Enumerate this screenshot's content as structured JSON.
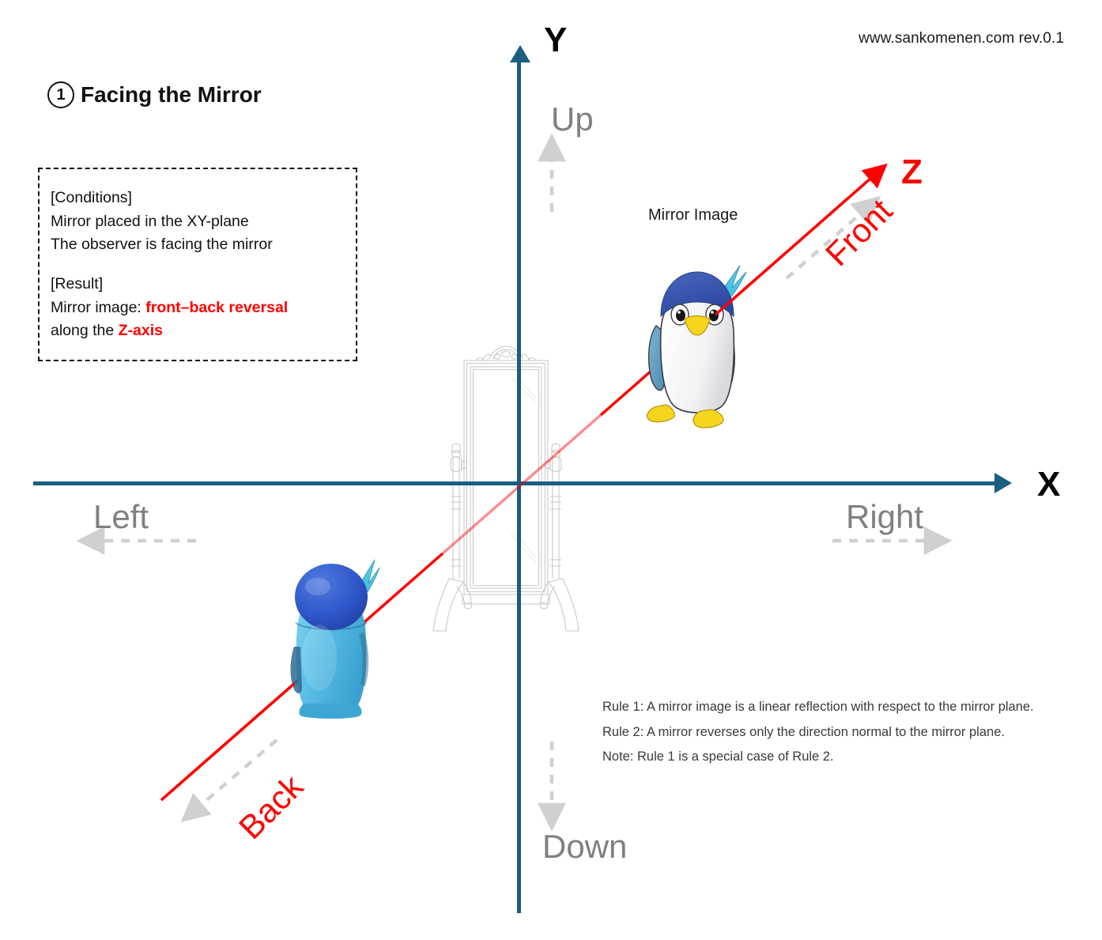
{
  "watermark": "www.sankomenen.com rev.0.1",
  "title": {
    "number": "1",
    "text": "Facing the Mirror"
  },
  "conditions_box": {
    "conditions_heading": "[Conditions]",
    "condition_1": "Mirror placed in the XY-plane",
    "condition_2": "The observer is facing the mirror",
    "result_heading": "[Result]",
    "result_prefix": "Mirror image: ",
    "result_emphasis_1": "front–back reversal",
    "result_line2_prefix": "along the ",
    "result_emphasis_2": "Z-axis"
  },
  "axes": {
    "x_label": "X",
    "y_label": "Y",
    "z_label": "Z",
    "axis_color": "#1a5e80",
    "z_color": "#ff0000"
  },
  "directions": {
    "up": "Up",
    "down": "Down",
    "left": "Left",
    "right": "Right",
    "front": "Front",
    "back": "Back",
    "gray_color": "#808080",
    "dash_color": "#d4d4d4"
  },
  "objects": {
    "mirror_image_label": "Mirror Image",
    "mirror_name": "cheval-mirror",
    "observer_name": "penguin-seen-from-behind",
    "mirror_image_name": "penguin-seen-from-front"
  },
  "rules": [
    "Rule 1: A mirror image is a linear reflection with respect to the mirror plane.",
    "Rule 2: A mirror reverses only the direction normal to the mirror plane.",
    "Note: Rule 1 is a special case of Rule 2."
  ]
}
